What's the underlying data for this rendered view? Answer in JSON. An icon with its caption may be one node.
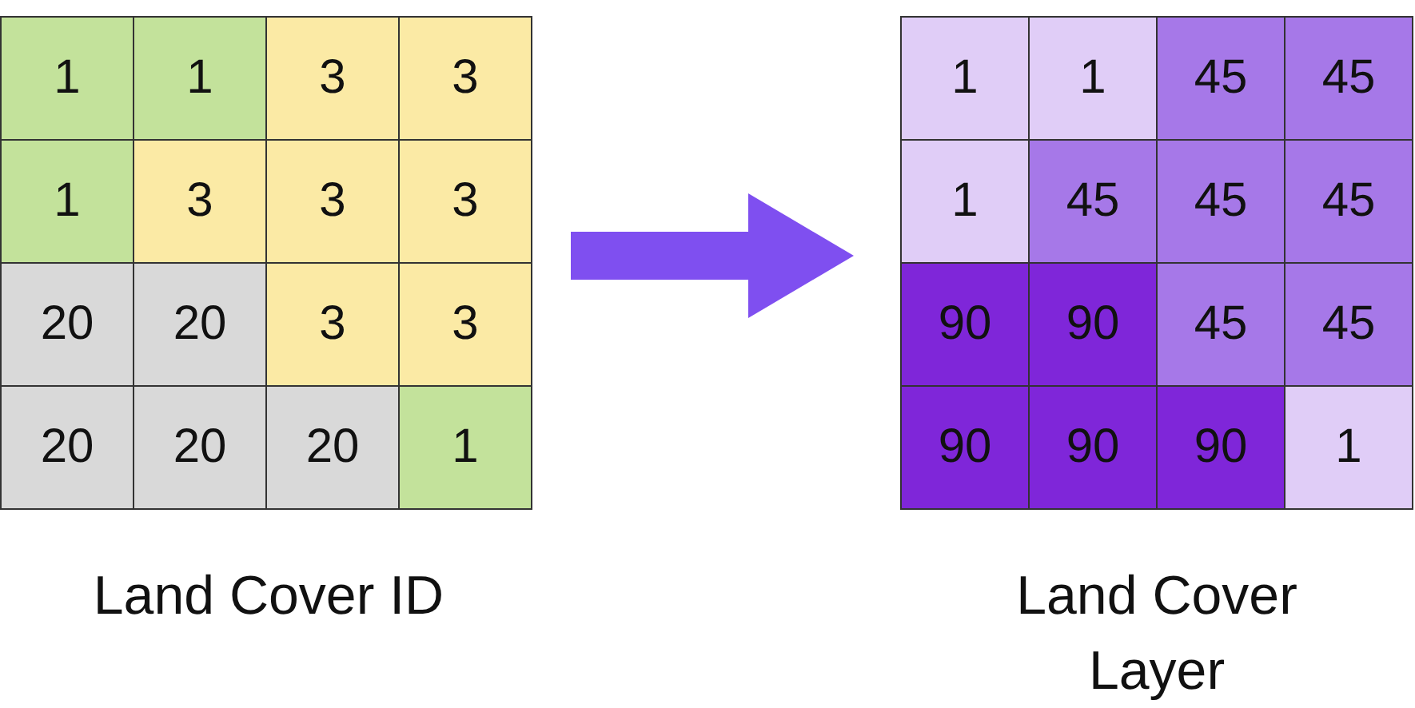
{
  "diagram": {
    "nodes": [
      {
        "text": [
          "Land Cover ID"
        ]
      },
      {
        "text": [
          "Land Cover Layer"
        ]
      }
    ],
    "edges": [
      {
        "from": 0,
        "to": 1,
        "arrow": "to"
      }
    ],
    "labels": [
      "1",
      "1",
      "3",
      "3",
      "1",
      "3",
      "3",
      "3",
      "20",
      "20",
      "3",
      "3",
      "20",
      "20",
      "20",
      "1",
      "1",
      "1",
      "45",
      "45",
      "1",
      "45",
      "45",
      "45",
      "90",
      "90",
      "45",
      "45",
      "90",
      "90",
      "90",
      "1"
    ]
  }
}
